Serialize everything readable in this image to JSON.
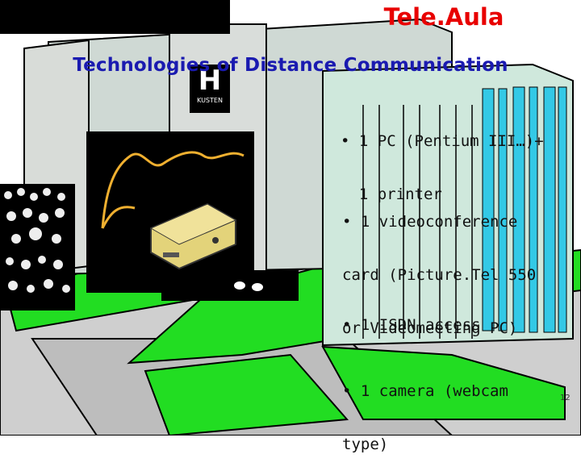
{
  "header": {
    "title": "Tele.Aula",
    "subtitle": "Technologies of Distance Communication"
  },
  "building_sign": "H",
  "building_sign_sub": "KUSTEN",
  "bullets": [
    {
      "line1": "• 1 PC (Pentium III…)+",
      "line2": "  1 printer"
    },
    {
      "line1": "• 1 videoconference",
      "line2": "card (Picture.Tel 550",
      "line3": "or Videomeeting PC)"
    },
    {
      "line1": "• 1 ISDN access"
    },
    {
      "line1": "• 1 camera (webcam",
      "line2": "type)"
    }
  ],
  "page_number": "12",
  "colors": {
    "title": "#e80000",
    "subtitle": "#1a1ab0",
    "grass": "#22dd22",
    "building": "#bfe3d2",
    "pavement": "#c8c8c8"
  }
}
